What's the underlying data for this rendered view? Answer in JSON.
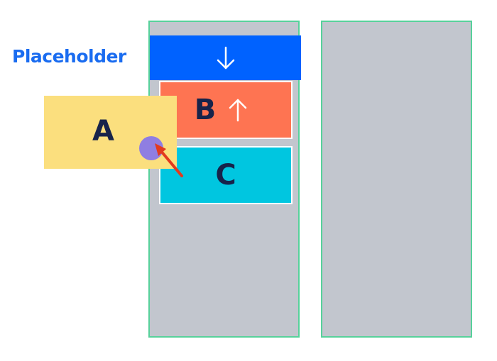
{
  "diagram": {
    "placeholder_label": "Placeholder",
    "cards": {
      "a": {
        "label": "A"
      },
      "b": {
        "label": "B"
      },
      "c": {
        "label": "C"
      }
    },
    "icons": {
      "placeholder_arrow": "arrow-down-icon",
      "card_b_arrow": "arrow-up-icon",
      "pointer_arrow": "pointer-arrow-icon"
    },
    "colors": {
      "column_fill": "#c2c6ce",
      "column_border": "#57d19b",
      "placeholder_fill": "#0062ff",
      "label_text": "#1a6cf0",
      "card_a": "#fbdf7e",
      "card_b": "#fe7452",
      "card_c": "#00c6e0",
      "card_text": "#17234a",
      "cursor": "#8f7ee2",
      "pointer_arrow": "#e23a1e"
    }
  }
}
